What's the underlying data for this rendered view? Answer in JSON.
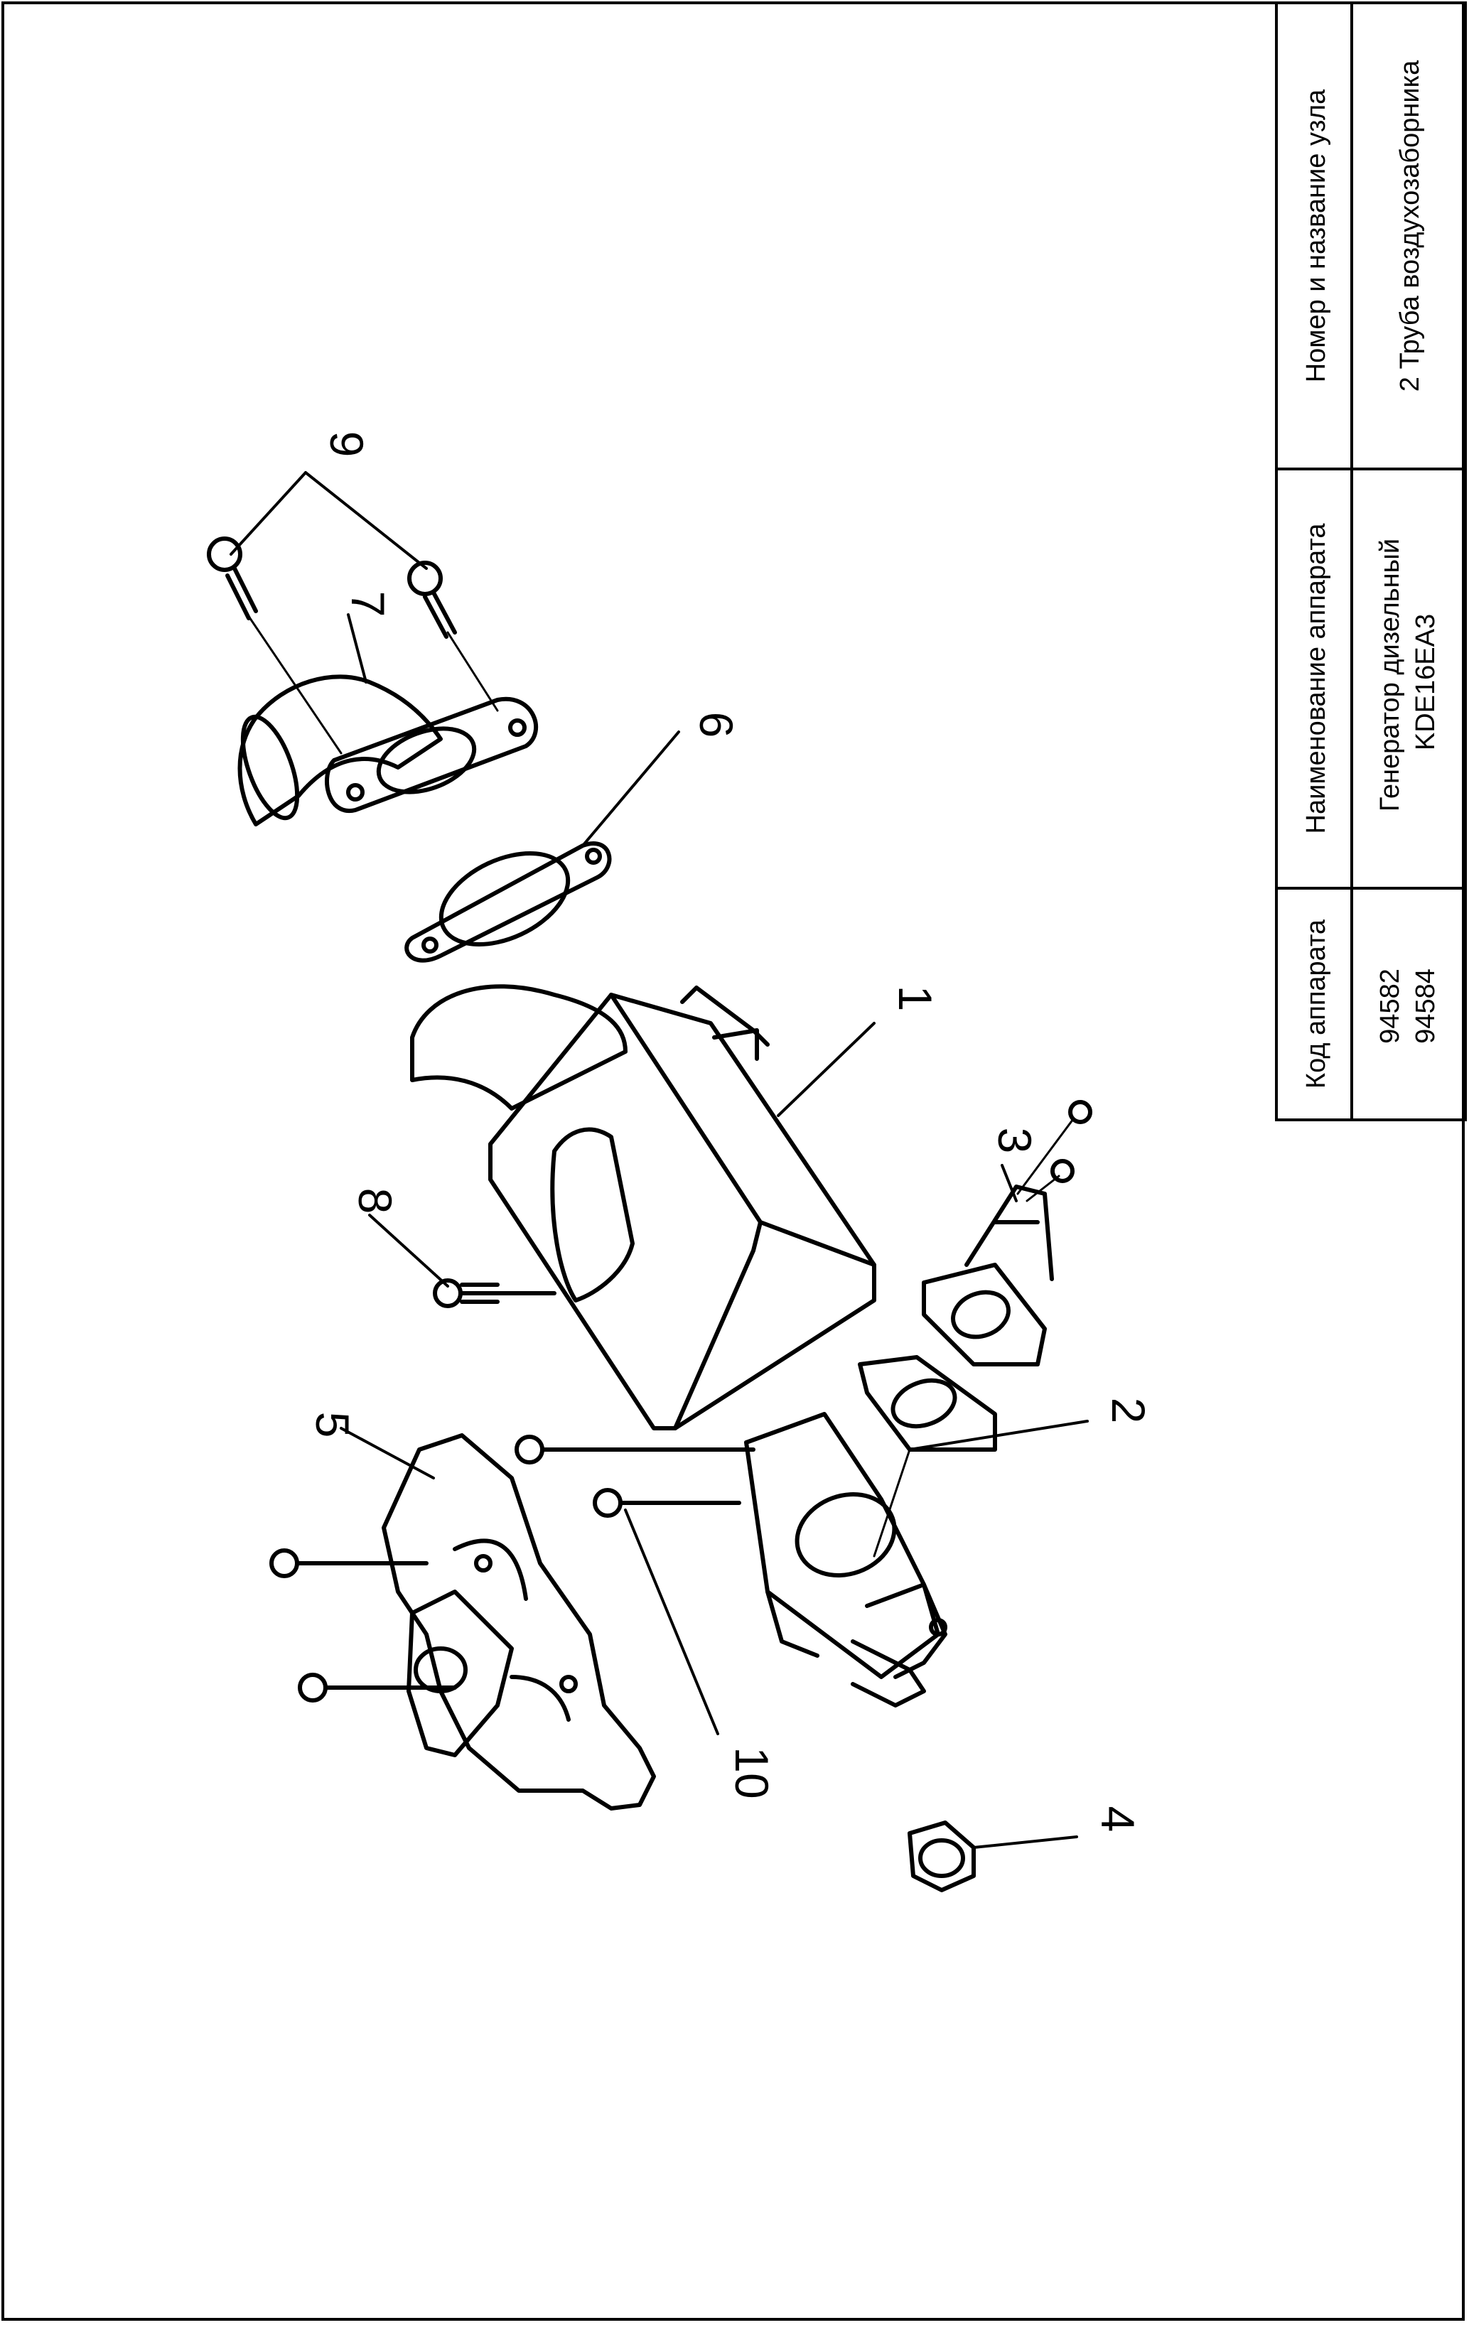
{
  "title_block": {
    "col_code": {
      "header": "Код аппарата",
      "values": [
        "94582",
        "94584"
      ]
    },
    "col_name": {
      "header": "Наименование аппарата",
      "values": [
        "Генератор дизельный",
        "KDE16EA3"
      ]
    },
    "col_node": {
      "header": "Номер и название узла",
      "values": [
        "2 Труба воздухозаборника"
      ]
    }
  },
  "callouts": [
    "1",
    "2",
    "3",
    "4",
    "5",
    "6",
    "7",
    "8",
    "9",
    "10"
  ]
}
